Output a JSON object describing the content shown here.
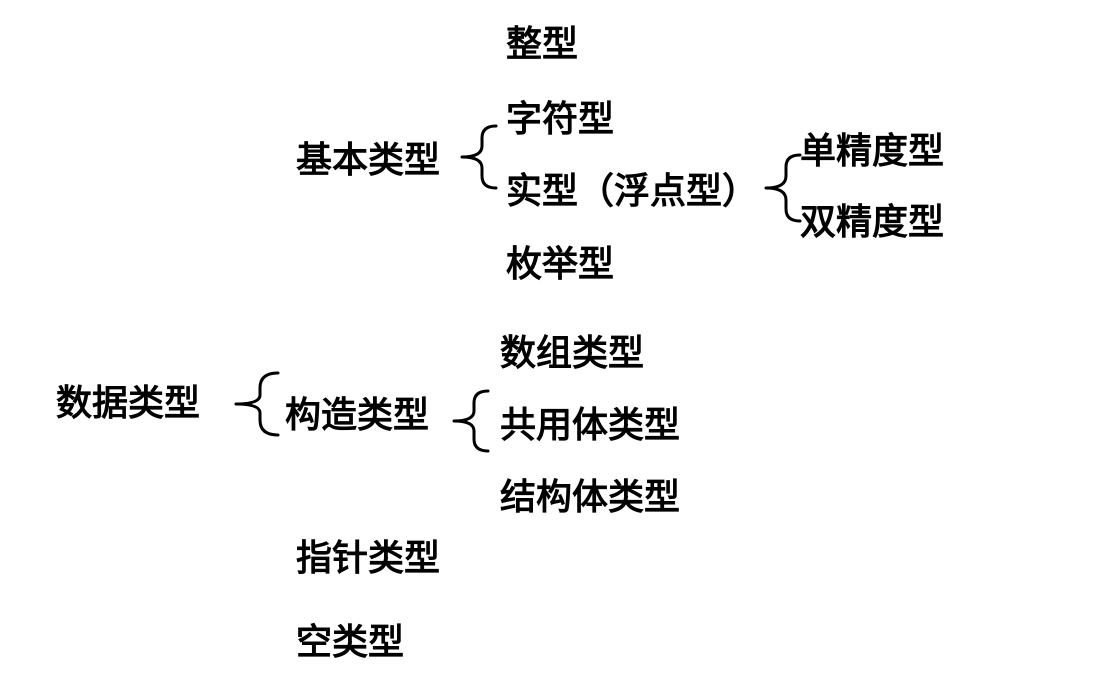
{
  "diagram": {
    "root": "数据类型",
    "basic": {
      "label": "基本类型",
      "integer": "整型",
      "char": "字符型",
      "real": "实型（浮点型）",
      "single": "单精度型",
      "double": "双精度型",
      "enum": "枚举型"
    },
    "construct": {
      "label": "构造类型",
      "array": "数组类型",
      "union": "共用体类型",
      "struct": "结构体类型"
    },
    "pointer": "指针类型",
    "void": "空类型"
  }
}
